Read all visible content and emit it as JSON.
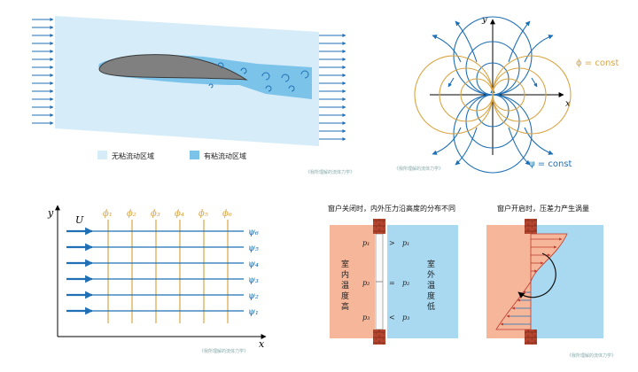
{
  "airfoil": {
    "legend_inviscid": "无粘流动区域",
    "legend_viscous": "有粘流动区域",
    "caption": "《我所理解的流体力学》"
  },
  "dipole": {
    "axis_y": "y",
    "axis_x": "x",
    "phi_label": "ϕ = const",
    "psi_label": "ψ = const",
    "caption": "《我所理解的流体力学》"
  },
  "uniform": {
    "axis_y": "y",
    "axis_x": "x",
    "u_label": "U",
    "phi_labels": [
      "ϕ₁",
      "ϕ₂",
      "ϕ₃",
      "ϕ₄",
      "ϕ₅",
      "ϕ₆"
    ],
    "psi_labels": [
      "ψ₆",
      "ψ₅",
      "ψ₄",
      "ψ₃",
      "ψ₂",
      "ψ₁"
    ],
    "caption": "《我所理解的流体力学》"
  },
  "window_closed": {
    "title": "窗户关闭时，内外压力沿高度的分布不同",
    "indoor_text": [
      "室",
      "内",
      "温",
      "度",
      "高"
    ],
    "outdoor_text": [
      "室",
      "外",
      "温",
      "度",
      "低"
    ],
    "rows": [
      {
        "left": "p₁",
        "op": ">",
        "right": "p₁"
      },
      {
        "left": "p₂",
        "op": "=",
        "right": "p₂"
      },
      {
        "left": "p₃",
        "op": "<",
        "right": "p₃"
      }
    ]
  },
  "window_open": {
    "title": "窗户开启时，压差力产生涡量",
    "caption": "《我所理解的流体力学》"
  },
  "colors": {
    "flow_light": "#d6ecf9",
    "flow_viscous": "#7cc3ea",
    "arrow_blue": "#1f6fb5",
    "orange": "#d9a544",
    "indoor": "#f5b69a",
    "outdoor": "#a9d8f1",
    "brick": "#b5452e"
  }
}
